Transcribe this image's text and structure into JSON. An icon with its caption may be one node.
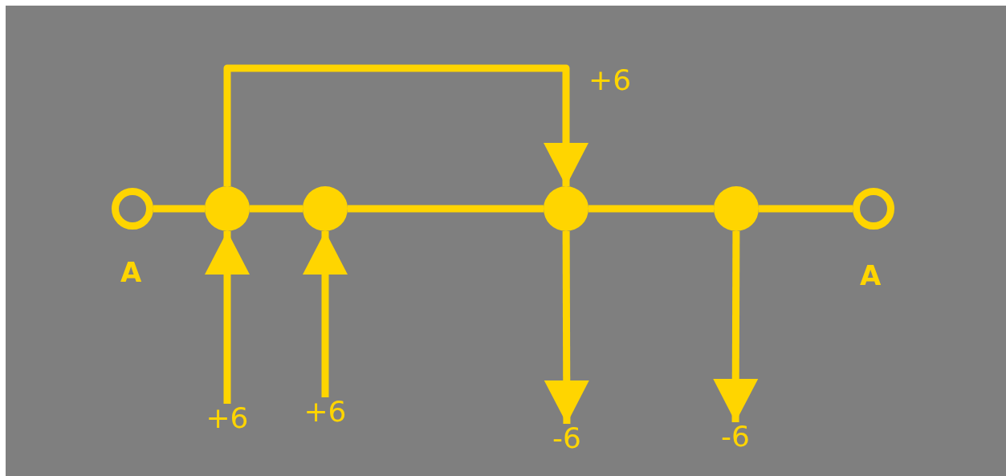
{
  "diagram": {
    "nodes": [
      {
        "text": [],
        "shape": "circle",
        "beside": [
          "A"
        ]
      },
      {
        "text": [],
        "shape": "circle"
      },
      {
        "text": [],
        "shape": "circle"
      },
      {
        "text": [],
        "shape": "circle"
      },
      {
        "text": [],
        "shape": "circle"
      },
      {
        "text": [],
        "shape": "circle",
        "beside": [
          "A"
        ]
      },
      {
        "text": [
          "+6"
        ]
      },
      {
        "text": [
          "+6"
        ]
      },
      {
        "text": [
          "-6"
        ]
      },
      {
        "text": [
          "-6"
        ]
      }
    ],
    "edges": [
      {
        "from": 0,
        "to": 1,
        "arrow": "none"
      },
      {
        "from": 1,
        "to": 2,
        "arrow": "none"
      },
      {
        "from": 2,
        "to": 3,
        "arrow": "none"
      },
      {
        "from": 3,
        "to": 4,
        "arrow": "none"
      },
      {
        "from": 4,
        "to": 5,
        "arrow": "none"
      },
      {
        "from": 6,
        "to": 1,
        "arrow": "to"
      },
      {
        "from": 7,
        "to": 2,
        "arrow": "to"
      },
      {
        "from": 3,
        "to": 8,
        "arrow": "to"
      },
      {
        "from": 4,
        "to": 9,
        "arrow": "to"
      },
      {
        "from": 1,
        "to": 3,
        "arrow": "to",
        "label": "+6"
      }
    ]
  }
}
